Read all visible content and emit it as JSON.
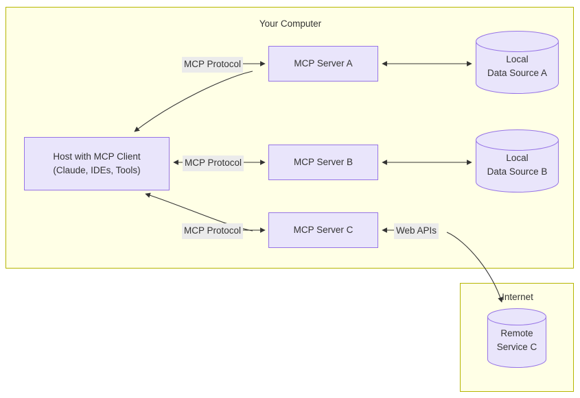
{
  "diagram": {
    "type": "architecture-diagram",
    "zones": [
      {
        "id": "your-computer",
        "title": "Your Computer"
      },
      {
        "id": "internet",
        "title": "Internet"
      }
    ],
    "nodes": {
      "host": {
        "line1": "Host with MCP Client",
        "line2": "(Claude, IDEs, Tools)"
      },
      "server_a": {
        "label": "MCP Server A"
      },
      "server_b": {
        "label": "MCP Server B"
      },
      "server_c": {
        "label": "MCP Server C"
      },
      "datasource_a": {
        "line1": "Local",
        "line2": "Data Source A"
      },
      "datasource_b": {
        "line1": "Local",
        "line2": "Data Source B"
      },
      "remote_c": {
        "line1": "Remote",
        "line2": "Service C"
      }
    },
    "edge_labels": {
      "protocol_a": "MCP Protocol",
      "protocol_b": "MCP Protocol",
      "protocol_c": "MCP Protocol",
      "web_apis": "Web APIs"
    },
    "colors": {
      "zone_fill": "#ffffe6",
      "zone_border": "#b5b500",
      "node_fill": "#e9e5fb",
      "node_border": "#9673e6",
      "edge_label_bg": "#ebebeb",
      "edge_stroke": "#333333",
      "text": "#333333"
    }
  }
}
